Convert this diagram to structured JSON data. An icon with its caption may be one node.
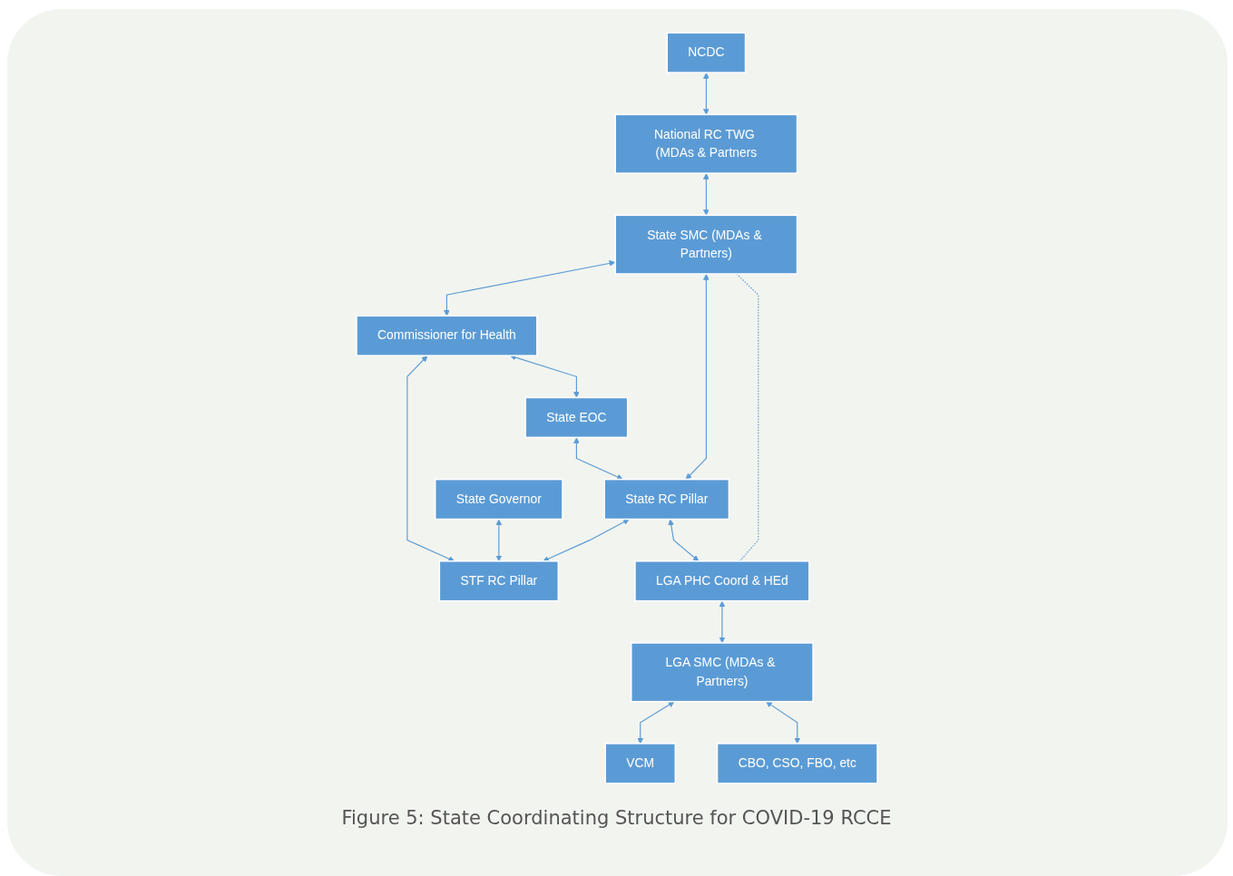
{
  "diagram": {
    "caption": "Figure 5: State Coordinating Structure for COVID-19 RCCE",
    "nodes": [
      {
        "text": [
          "NCDC"
        ]
      },
      {
        "text": [
          "Commissioner for Health"
        ]
      },
      {
        "text": [
          "State Governor"
        ]
      },
      {
        "text": [
          "National RC TWG (MDAs & Partners"
        ]
      },
      {
        "text": [
          "State EOC"
        ]
      },
      {
        "text": [
          "STF RC Pillar"
        ]
      },
      {
        "text": [
          "State SMC (MDAs & Partners)"
        ]
      },
      {
        "text": [
          "State RC Pillar"
        ]
      },
      {
        "text": [
          "LGA PHC Coord & HEd"
        ]
      },
      {
        "text": [
          "LGA SMC (MDAs & Partners)"
        ]
      },
      {
        "text": [
          "VCM"
        ]
      },
      {
        "text": [
          "CBO, CSO, FBO, etc"
        ]
      }
    ],
    "edges": [
      {
        "from": 0,
        "to": 3,
        "arrow": "both"
      },
      {
        "from": 3,
        "to": 6,
        "arrow": "both"
      },
      {
        "from": 6,
        "to": 1,
        "arrow": "both"
      },
      {
        "from": 1,
        "to": 4,
        "arrow": "both"
      },
      {
        "from": 1,
        "to": 5,
        "arrow": "both"
      },
      {
        "from": 2,
        "to": 5,
        "arrow": "both"
      },
      {
        "from": 4,
        "to": 7,
        "arrow": "both"
      },
      {
        "from": 6,
        "to": 7,
        "arrow": "both"
      },
      {
        "from": 7,
        "to": 5,
        "arrow": "both"
      },
      {
        "from": 7,
        "to": 8,
        "arrow": "both"
      },
      {
        "from": 6,
        "to": 8,
        "arrow": "none",
        "style": "dashed"
      },
      {
        "from": 8,
        "to": 9,
        "arrow": "both"
      },
      {
        "from": 9,
        "to": 10,
        "arrow": "both"
      },
      {
        "from": 9,
        "to": 11,
        "arrow": "both"
      }
    ]
  }
}
